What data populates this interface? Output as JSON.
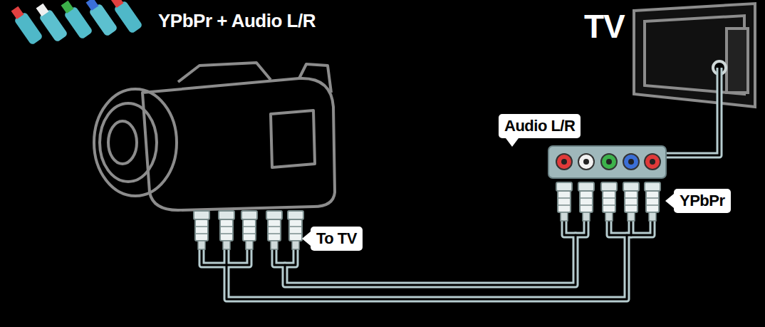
{
  "diagram": {
    "title": "YPbPr + Audio L/R",
    "nodes": [
      {
        "text": [
          "Audio L/R"
        ]
      },
      {
        "text": [
          "YPbPr"
        ]
      },
      {
        "text": [
          "To TV"
        ]
      }
    ],
    "labels": [
      "TV"
    ]
  }
}
